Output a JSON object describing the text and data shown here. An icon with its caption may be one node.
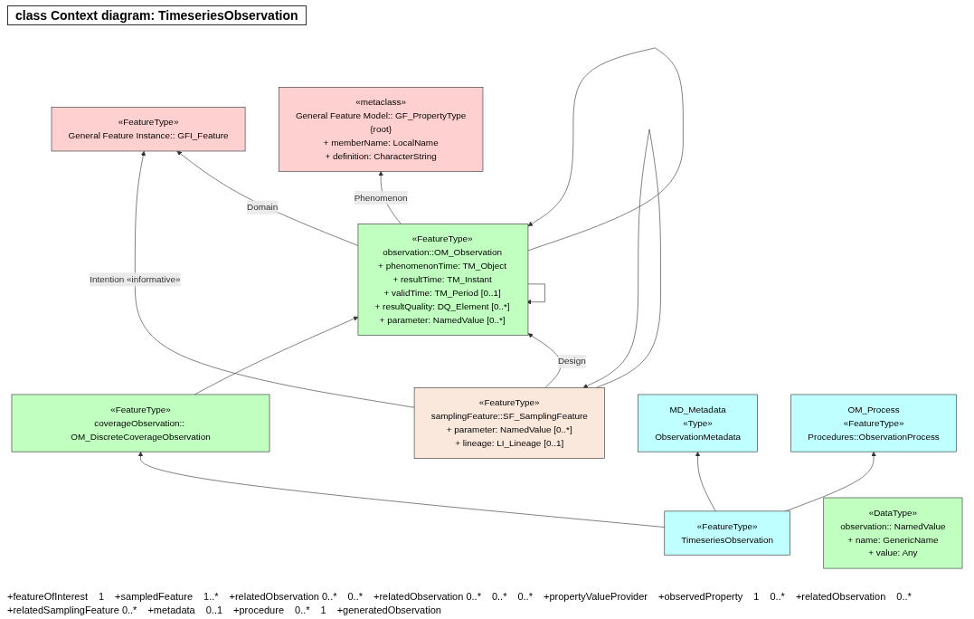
{
  "diagram": {
    "title": "class Context diagram: TimeseriesObservation",
    "nodes": [
      {
        "text": [
          "«FeatureType»",
          "General Feature Instance:: GFI_Feature"
        ]
      },
      {
        "text": [
          "«FeatureType»",
          "samplingFeature::SF_SamplingFeature",
          "+ parameter: NamedValue [0..*]",
          "+ lineage: LI_Lineage [0..1]"
        ]
      },
      {
        "text": [
          "«FeatureType»",
          "observation::OM_Observation",
          "+ phenomenonTime: TM_Object",
          "+ resultTime: TM_Instant",
          "+ validTime: TM_Period [0..1]",
          "+ resultQuality: DQ_Element [0..*]",
          "+ parameter: NamedValue [0..*]"
        ]
      },
      {
        "text": [
          "«metaclass»",
          "General Feature Model:: GF_PropertyType",
          "{root}",
          "+ memberName: LocalName",
          "+ definition: CharacterString"
        ]
      },
      {
        "text": [
          "«FeatureType»",
          "coverageObservation:: OM_DiscreteCoverageObservation"
        ]
      },
      {
        "text": [
          "«DataType»",
          "observation:: NamedValue",
          "+ name: GenericName",
          "+ value: Any"
        ]
      },
      {
        "text": [
          "MD_Metadata",
          "«Type»",
          "ObservationMetadata"
        ]
      },
      {
        "text": [
          "«FeatureType»",
          "TimeseriesObservation"
        ]
      },
      {
        "text": [
          "OM_Process",
          "«FeatureType»",
          "Procedures::ObservationProcess"
        ]
      }
    ],
    "edges": [
      {
        "from": 2,
        "to": 0,
        "arrow": "to",
        "label": "Domain"
      },
      {
        "from": 1,
        "to": 0,
        "arrow": "to",
        "label": "Intention «informative»"
      },
      {
        "from": 2,
        "to": 2,
        "arrow": "to"
      },
      {
        "from": 2,
        "to": 2,
        "arrow": "to"
      },
      {
        "from": 2,
        "to": 3,
        "arrow": "to",
        "label": "Phenomenon"
      },
      {
        "from": 1,
        "to": 2,
        "arrow": "to",
        "label": "Design"
      },
      {
        "from": 1,
        "to": 1,
        "arrow": "to"
      },
      {
        "from": 4,
        "to": 2,
        "arrow": "to"
      },
      {
        "from": 7,
        "to": 4,
        "arrow": "to"
      },
      {
        "from": 7,
        "to": 6,
        "arrow": "to"
      },
      {
        "from": 7,
        "to": 8,
        "arrow": "to"
      }
    ],
    "labels": [
      "+featureOfInterest",
      "1",
      "+sampledFeature",
      "1..*",
      "+relatedObservation 0..*",
      "0..*",
      "+relatedObservation 0..*",
      "0..*",
      "0..*",
      "+propertyValueProvider",
      "+observedProperty",
      "1",
      "0..*",
      "+relatedObservation",
      "0..*",
      "+relatedSamplingFeature 0..*",
      "+metadata",
      "0..1",
      "+procedure",
      "0..*",
      "1",
      "+generatedObservation"
    ]
  }
}
